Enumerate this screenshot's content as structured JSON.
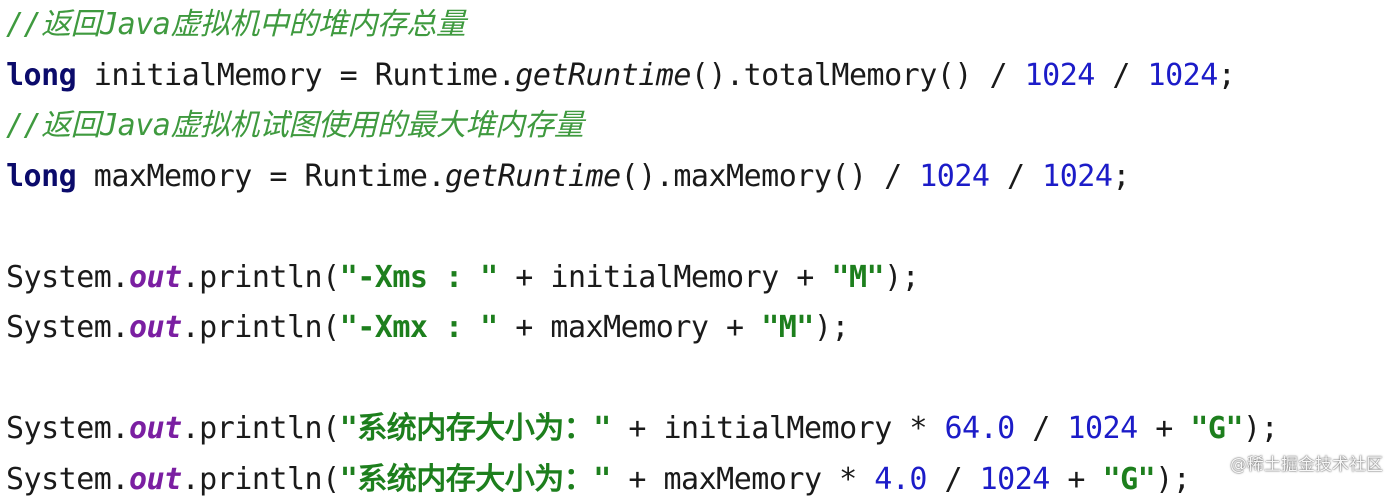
{
  "code": {
    "line1": {
      "comment": "//返回Java虚拟机中的堆内存总量"
    },
    "line2": {
      "kw": "long",
      "var": " initialMemory = Runtime.",
      "call": "getRuntime",
      "rest": "().totalMemory() / ",
      "n1": "1024",
      "div": " / ",
      "n2": "1024",
      "end": ";"
    },
    "line3": {
      "comment": "//返回Java虚拟机试图使用的最大堆内存量"
    },
    "line4": {
      "kw": "long",
      "var": " maxMemory = Runtime.",
      "call": "getRuntime",
      "rest": "().maxMemory() / ",
      "n1": "1024",
      "div": " / ",
      "n2": "1024",
      "end": ";"
    },
    "line6": {
      "sys": "System.",
      "out": "out",
      "print": ".println(",
      "s1": "\"-Xms : \"",
      "mid": " + initialMemory + ",
      "s2": "\"M\"",
      "end": ");"
    },
    "line7": {
      "sys": "System.",
      "out": "out",
      "print": ".println(",
      "s1": "\"-Xmx : \"",
      "mid": " + maxMemory + ",
      "s2": "\"M\"",
      "end": ");"
    },
    "line9": {
      "sys": "System.",
      "out": "out",
      "print": ".println(",
      "s1": "\"系统内存大小为：\"",
      "mid": " + initialMemory * ",
      "n1": "64.0",
      "div": " / ",
      "n2": "1024",
      "plus": " + ",
      "s2": "\"G\"",
      "end": ");"
    },
    "line10": {
      "sys": "System.",
      "out": "out",
      "print": ".println(",
      "s1": "\"系统内存大小为：\"",
      "mid": " + maxMemory * ",
      "n1": "4.0",
      "div": " / ",
      "n2": "1024",
      "plus": " + ",
      "s2": "\"G\"",
      "end": ");"
    }
  },
  "watermark": "@稀土掘金技术社区",
  "colors": {
    "comment": "#3f9a3f",
    "keyword": "#0b0b6b",
    "number": "#1c1cc8",
    "string": "#1d7f1d",
    "field": "#7b1fa2"
  }
}
